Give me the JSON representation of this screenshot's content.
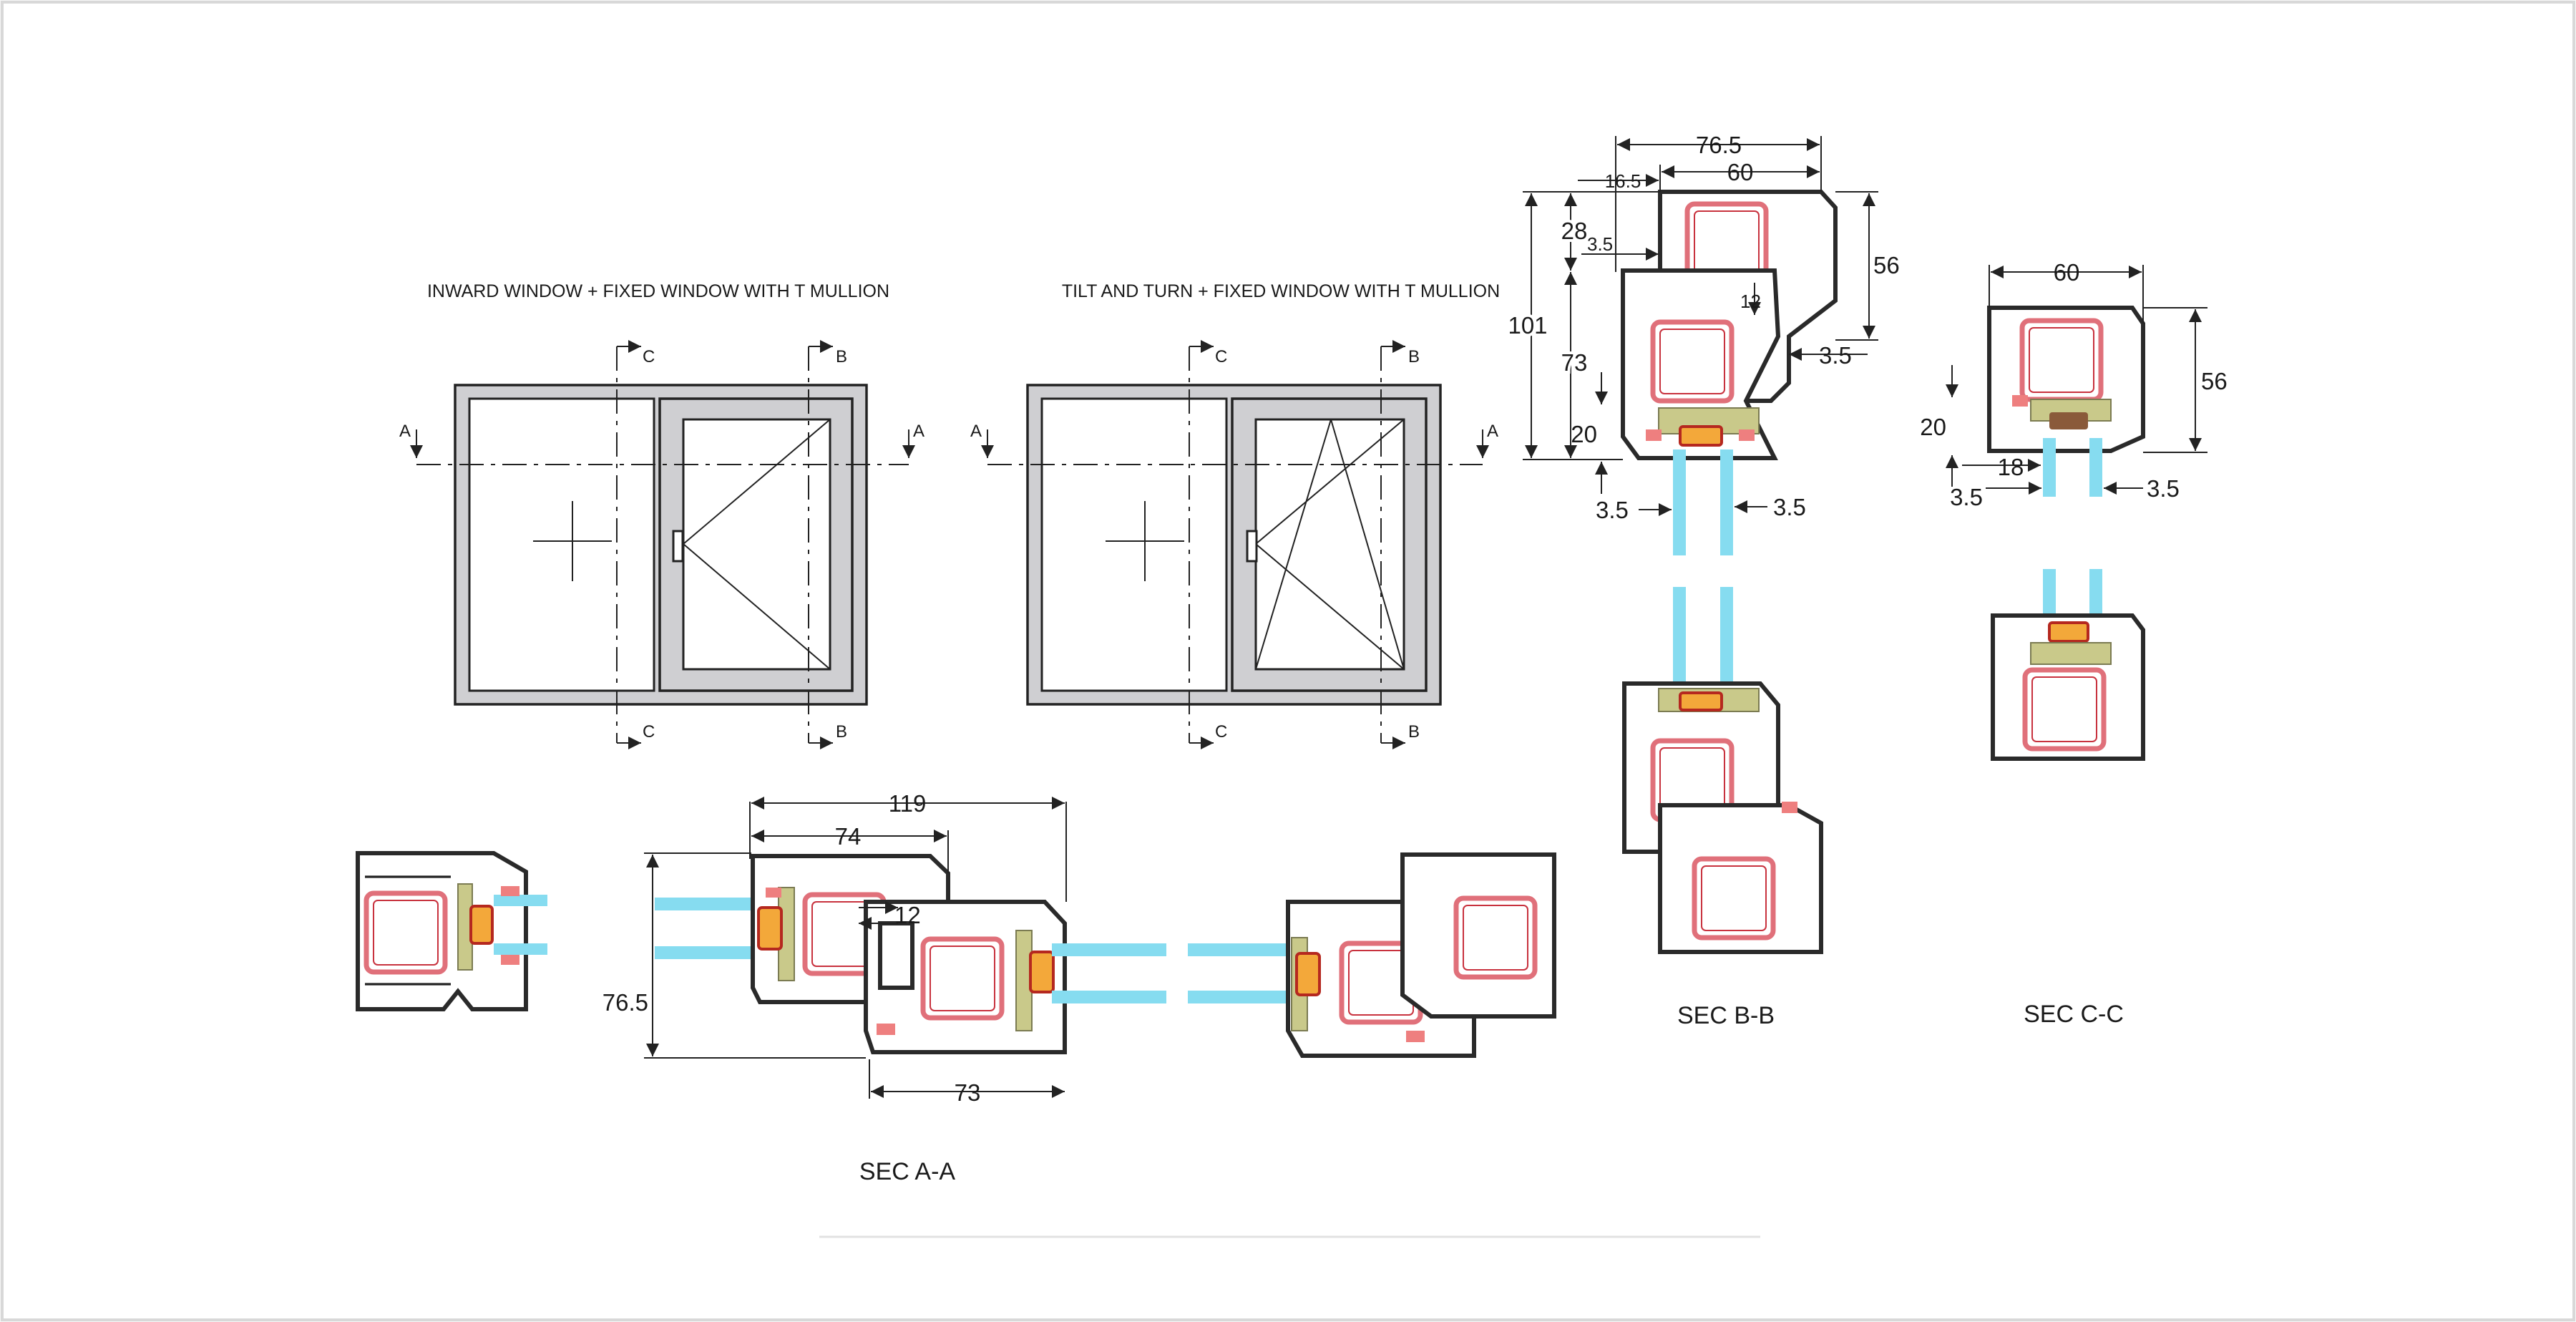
{
  "elevations": [
    {
      "title": "INWARD WINDOW + FIXED WINDOW WITH T MULLION",
      "sash_type": "inward",
      "cuts": {
        "top_left": "C",
        "top_right": "B",
        "bottom_left": "C",
        "bottom_right": "B",
        "left": "A",
        "right": "A"
      }
    },
    {
      "title": "TILT AND TURN + FIXED WINDOW WITH T MULLION",
      "sash_type": "tilt-and-turn",
      "cuts": {
        "top_left": "C",
        "top_right": "B",
        "bottom_left": "C",
        "bottom_right": "B",
        "left": "A",
        "right": "A"
      }
    }
  ],
  "sections": {
    "a": {
      "label": "SEC A-A",
      "dims": {
        "overall": "119",
        "sash": "74",
        "frame": "73",
        "height": "76.5",
        "rebate": "12"
      }
    },
    "b": {
      "label": "SEC B-B",
      "dims": {
        "overall": "76.5",
        "top": "60",
        "offset": "16.5",
        "height": "101",
        "upper": "28",
        "middle": "73",
        "lower": "20",
        "right": "56",
        "gap_left": "3.5",
        "gap_left_low": "3.5",
        "gap_right": "3.5",
        "gap_right_low": "3.5",
        "rebate": "12"
      }
    },
    "c": {
      "label": "SEC C-C",
      "dims": {
        "top": "60",
        "right": "56",
        "left": "20",
        "bead": "18",
        "gap_left": "3.5",
        "gap_right": "3.5"
      }
    }
  },
  "colors": {
    "profile": "#2a2a2a",
    "steel": "#e0707a",
    "glass": "#86dcf0",
    "gasket": "#ee7f7f",
    "spacer": "#f3a83a",
    "frame_fill": "#cfcfd2"
  }
}
